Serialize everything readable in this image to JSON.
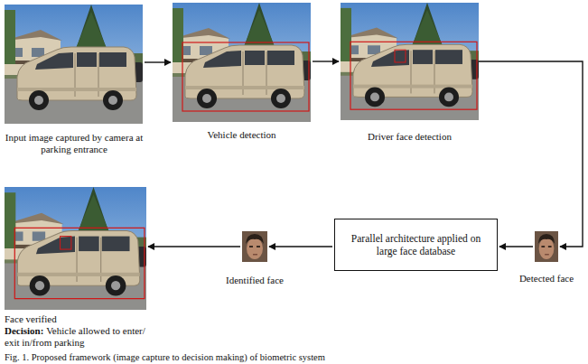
{
  "diagram": {
    "caption": "Fig. 1. Proposed framework (image capture to decision making) of biometric system",
    "nodes": [
      {
        "text": [
          "Input image captured by camera at parking entrance"
        ]
      },
      {
        "text": [
          "Vehicle detection"
        ]
      },
      {
        "text": [
          "Driver face detection"
        ]
      },
      {
        "text": [
          "Detected face"
        ]
      },
      {
        "text": [
          "Parallel architecture applied on large face database"
        ]
      },
      {
        "text": [
          "Identified face"
        ]
      },
      {
        "text": [
          "Face verified",
          "Decision:",
          "Vehicle allowed to enter/ exit in/from parking"
        ]
      }
    ],
    "edges": [
      {
        "from": 0,
        "to": 1,
        "arrow": "to"
      },
      {
        "from": 1,
        "to": 2,
        "arrow": "to"
      },
      {
        "from": 2,
        "to": 3,
        "arrow": "to"
      },
      {
        "from": 3,
        "to": 4,
        "arrow": "to"
      },
      {
        "from": 4,
        "to": 5,
        "arrow": "to"
      },
      {
        "from": 5,
        "to": 6,
        "arrow": "to"
      }
    ]
  }
}
